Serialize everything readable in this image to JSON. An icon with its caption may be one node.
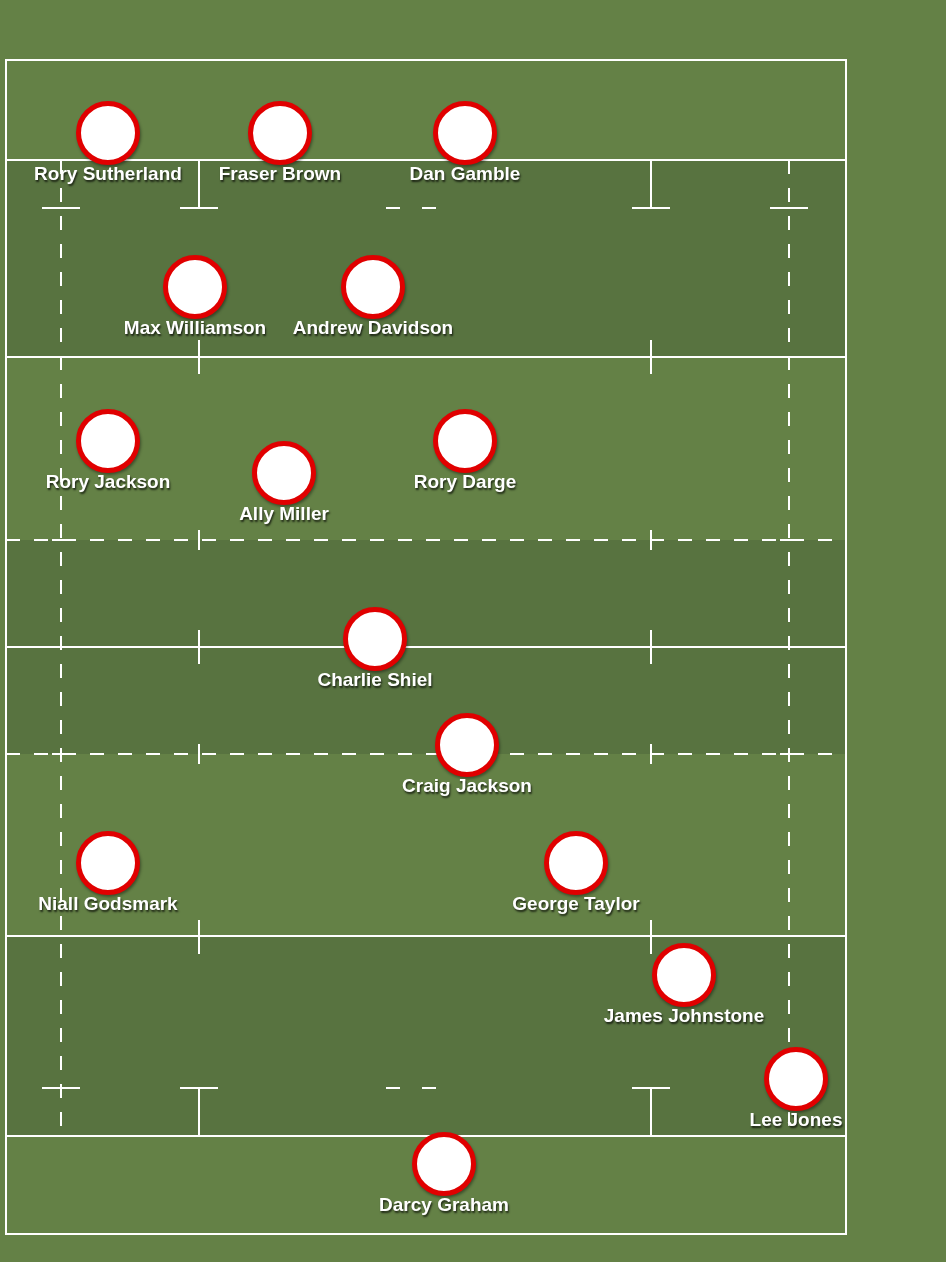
{
  "diagram": {
    "nodes": [
      {
        "text": [
          "Rory Sutherland"
        ]
      },
      {
        "text": [
          "Fraser Brown"
        ]
      },
      {
        "text": [
          "Dan Gamble"
        ]
      },
      {
        "text": [
          "Max Williamson"
        ]
      },
      {
        "text": [
          "Andrew Davidson"
        ]
      },
      {
        "text": [
          "Rory Jackson"
        ]
      },
      {
        "text": [
          "Ally Miller"
        ]
      },
      {
        "text": [
          "Rory Darge"
        ]
      },
      {
        "text": [
          "Charlie Shiel"
        ]
      },
      {
        "text": [
          "Craig Jackson"
        ]
      },
      {
        "text": [
          "Niall Godsmark"
        ]
      },
      {
        "text": [
          "George Taylor"
        ]
      },
      {
        "text": [
          "James Johnstone"
        ]
      },
      {
        "text": [
          "Lee Jones"
        ]
      },
      {
        "text": [
          "Darcy Graham"
        ]
      }
    ]
  }
}
